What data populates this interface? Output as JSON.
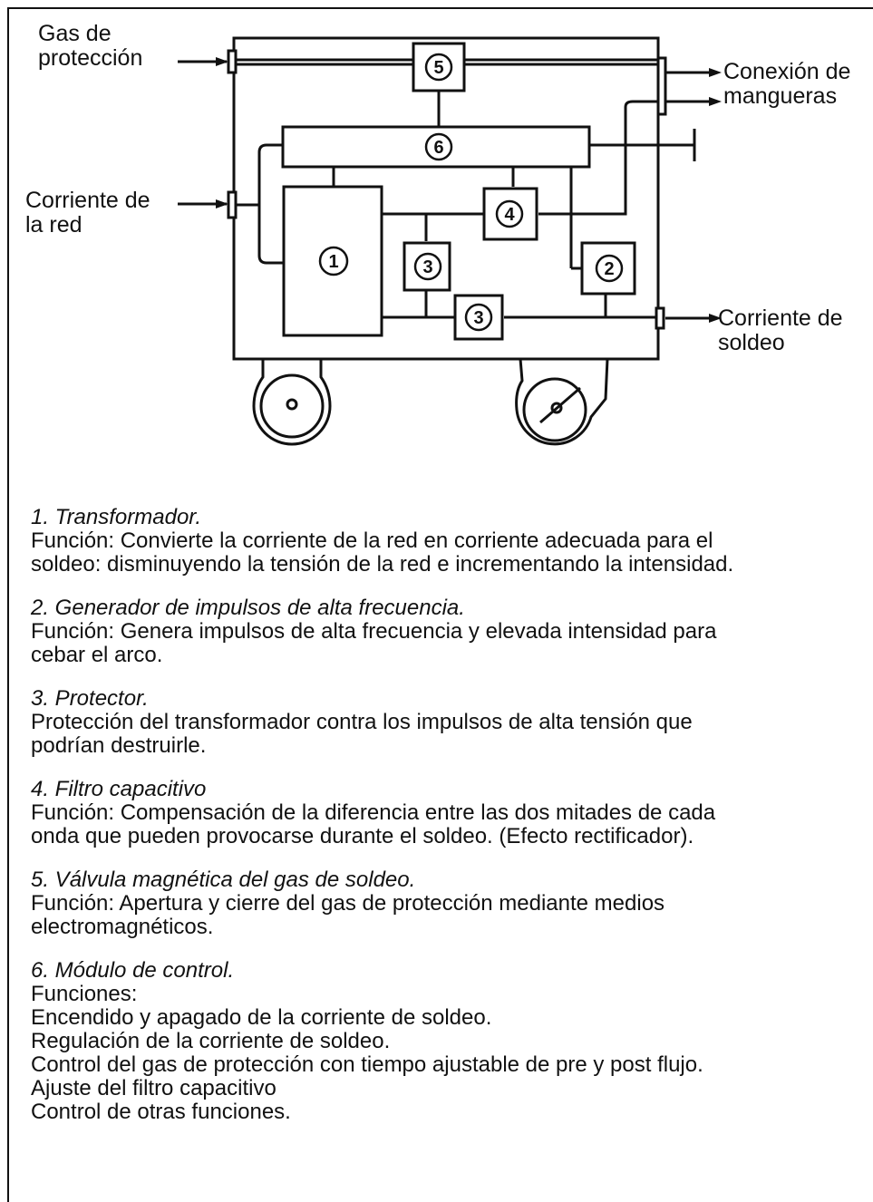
{
  "labels": {
    "gas_proteccion": [
      "Gas de",
      "protección"
    ],
    "conexion_mangueras": [
      "Conexión de",
      "mangueras"
    ],
    "corriente_red": [
      "Corriente de",
      "la red"
    ],
    "corriente_soldeo": [
      "Corriente de",
      "soldeo"
    ]
  },
  "components": {
    "c1": "1",
    "c2": "2",
    "c3a": "3",
    "c3b": "3",
    "c4": "4",
    "c5": "5",
    "c6": "6"
  },
  "legend": [
    {
      "title": "1. Transformador.",
      "lines": [
        "Función: Convierte la corriente de la red en corriente adecuada para el",
        "soldeo: disminuyendo la tensión de la red e incrementando la intensidad."
      ]
    },
    {
      "title": "2. Generador de impulsos de alta frecuencia.",
      "lines": [
        "Función: Genera impulsos de alta frecuencia y elevada intensidad para",
        "cebar el arco."
      ]
    },
    {
      "title": "3. Protector.",
      "lines": [
        "Protección del transformador contra los impulsos de alta tensión que",
        "podrían destruirle."
      ]
    },
    {
      "title": "4. Filtro capacitivo",
      "lines": [
        "Función: Compensación de la diferencia entre las dos mitades de cada",
        "onda que pueden provocarse durante el soldeo. (Efecto rectificador)."
      ]
    },
    {
      "title": "5. Válvula magnética del gas de soldeo.",
      "lines": [
        "Función: Apertura y cierre del gas de protección mediante medios",
        "electromagnéticos."
      ]
    },
    {
      "title": "6. Módulo de control.",
      "lines": [
        "Funciones:",
        "Encendido y apagado de la corriente de soldeo.",
        "Regulación de la corriente de soldeo.",
        "Control del gas de protección con tiempo ajustable de pre y post flujo.",
        "Ajuste del filtro capacitivo",
        "Control de otras funciones."
      ]
    }
  ]
}
